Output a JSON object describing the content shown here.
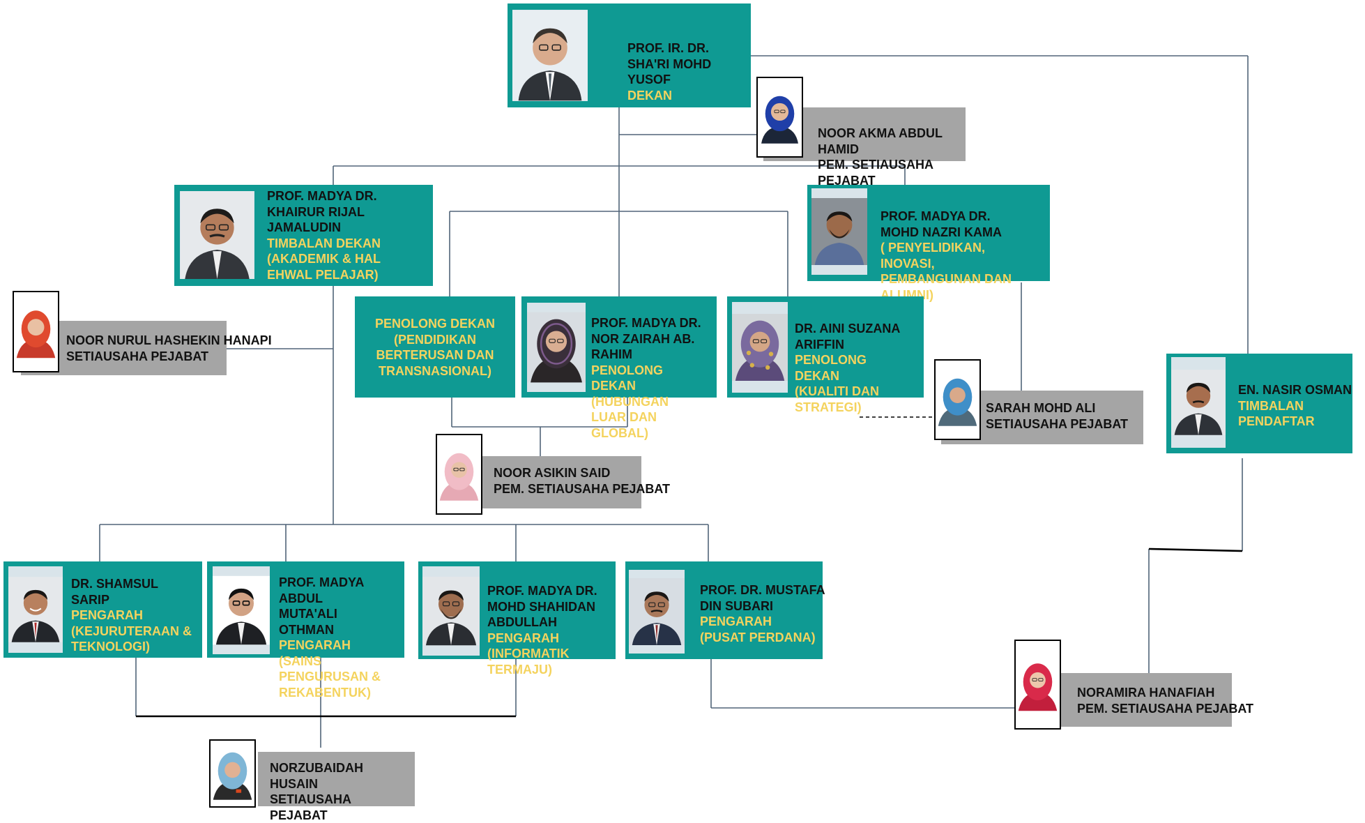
{
  "colors": {
    "box_teal": "#0f9a93",
    "box_grey": "#a5a5a5",
    "role_text": "#f4d35e",
    "name_text": "#111111",
    "connector": "#506478"
  },
  "dean": {
    "name": [
      "PROF. IR. DR.",
      "SHA'RI MOHD",
      "YUSOF"
    ],
    "role": [
      "DEKAN"
    ],
    "photo": "portrait-man-suit-glasses"
  },
  "noor_akma": {
    "name": [
      "NOOR AKMA ABDUL",
      "HAMID"
    ],
    "role": [
      "PEM. SETIAUSAHA",
      "PEJABAT"
    ],
    "photo": "portrait-woman-blue-hijab"
  },
  "khairur": {
    "name": [
      "PROF. MADYA DR.",
      "KHAIRUR RIJAL",
      "JAMALUDIN"
    ],
    "role": [
      "TIMBALAN DEKAN",
      "(AKADEMIK & HAL",
      "EHWAL PELAJAR)"
    ],
    "photo": "portrait-man-glasses-moustache"
  },
  "nazri": {
    "name": [
      "PROF. MADYA DR.",
      "MOHD NAZRI  KAMA"
    ],
    "role": [
      "( PENYELIDIKAN,",
      "INOVASI,",
      "PEMBANGUNAN DAN",
      "ALUMNI)"
    ],
    "photo": "portrait-man-beard"
  },
  "hashekin": {
    "name": [
      "NOOR NURUL HASHEKIN HANAPI",
      "SETIAUSAHA PEJABAT"
    ],
    "photo": "portrait-woman-red-hijab"
  },
  "penolong_transnasional": {
    "role": [
      "PENOLONG DEKAN",
      "(PENDIDIKAN",
      "BERTERUSAN DAN",
      "TRANSNASIONAL)"
    ]
  },
  "zairah": {
    "name": [
      "PROF. MADYA DR.",
      "NOR ZAIRAH AB.",
      "RAHIM"
    ],
    "role": [
      "PENOLONG",
      "DEKAN",
      "(HUBUNGAN",
      "LUAR DAN",
      "GLOBAL)"
    ],
    "photo": "portrait-woman-dark-hijab"
  },
  "aini": {
    "name": [
      "DR. AINI SUZANA",
      "ARIFFIN"
    ],
    "role": [
      "PENOLONG",
      "DEKAN",
      "(KUALITI DAN",
      "STRATEGI)"
    ],
    "photo": "portrait-woman-patterned-hijab"
  },
  "sarah": {
    "name": [
      "SARAH MOHD ALI",
      "SETIAUSAHA PEJABAT"
    ],
    "photo": "portrait-woman-blue-hijab"
  },
  "nasir": {
    "name": [
      "EN. NASIR OSMAN"
    ],
    "role": [
      "TIMBALAN",
      "PENDAFTAR"
    ],
    "photo": "portrait-man-moustache"
  },
  "asikin": {
    "name": [
      "NOOR ASIKIN SAID",
      "PEM. SETIAUSAHA PEJABAT"
    ],
    "photo": "portrait-woman-pink-hijab"
  },
  "shamsul": {
    "name": [
      "DR. SHAMSUL",
      "SARIP"
    ],
    "role": [
      "PENGARAH",
      "(KEJURUTERAAN &",
      "TEKNOLOGI)"
    ],
    "photo": "portrait-man-smiling"
  },
  "mutaali": {
    "name": [
      "PROF. MADYA",
      "ABDUL",
      "MUTA'ALI",
      "OTHMAN"
    ],
    "role": [
      "PENGARAH",
      "(SAINS",
      "PENGURUSAN &",
      "REKABENTUK)"
    ],
    "photo": "portrait-man-glasses"
  },
  "shahidan": {
    "name": [
      "PROF. MADYA DR.",
      "MOHD SHAHIDAN",
      "ABDULLAH"
    ],
    "role": [
      "PENGARAH",
      "(INFORMATIK",
      "TERMAJU)"
    ],
    "photo": "portrait-man-beard-glasses"
  },
  "mustafa": {
    "name": [
      "PROF. DR. MUSTAFA",
      "DIN SUBARI"
    ],
    "role": [
      "PENGARAH",
      "(PUSAT PERDANA)"
    ],
    "photo": "portrait-man-glasses-suit"
  },
  "noramira": {
    "name": [
      "NORAMIRA HANAFIAH",
      "PEM. SETIAUSAHA PEJABAT"
    ],
    "photo": "portrait-woman-red-hijab"
  },
  "norzubaidah": {
    "name": [
      "NORZUBAIDAH",
      "HUSAIN",
      "SETIAUSAHA",
      "PEJABAT"
    ],
    "photo": "portrait-woman-light-blue-hijab"
  }
}
